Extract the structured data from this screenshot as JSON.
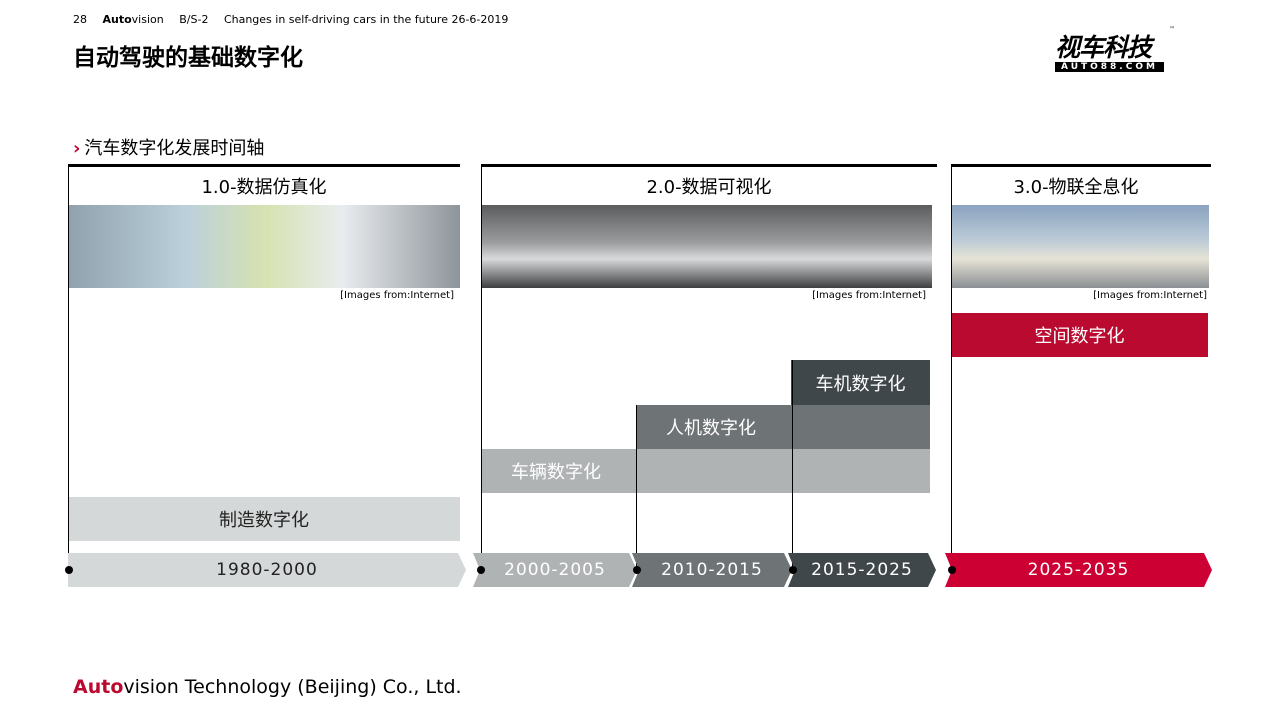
{
  "header": {
    "page": "28",
    "brand_bold": "Auto",
    "brand_rest": "vision",
    "code": "B/S-2",
    "subtitle": "Changes in self-driving cars in the future 26-6-2019"
  },
  "title": "自动驾驶的基础数字化",
  "logo": {
    "cn": "视车科技",
    "en": "AUTO88.COM",
    "tm": "™"
  },
  "section": {
    "chevron": "›",
    "label": "汽车数字化发展时间轴"
  },
  "phases": [
    {
      "title": "1.0-数据仿真化",
      "caption": "[Images from:Internet]"
    },
    {
      "title": "2.0-数据可视化",
      "caption": "[Images from:Internet]"
    },
    {
      "title": "3.0-物联全息化",
      "caption": "[Images from:Internet]"
    }
  ],
  "boxes": {
    "manufacturing": "制造数字化",
    "vehicle": "车辆数字化",
    "hmi": "人机数字化",
    "infotainment": "车机数字化",
    "space": "空间数字化"
  },
  "timeline": [
    "1980-2000",
    "2000-2005",
    "2010-2015",
    "2015-2025",
    "2025-2035"
  ],
  "colors": {
    "red": "#bb0a30",
    "arrow_red": "#cc0033",
    "light": "#d5d8d8",
    "mid_light": "#b0b3b4",
    "mid": "#6e7376",
    "dark": "#3f474b"
  },
  "footer": {
    "bold": "Auto",
    "rest": "vision Technology (Beijing) Co., Ltd."
  }
}
